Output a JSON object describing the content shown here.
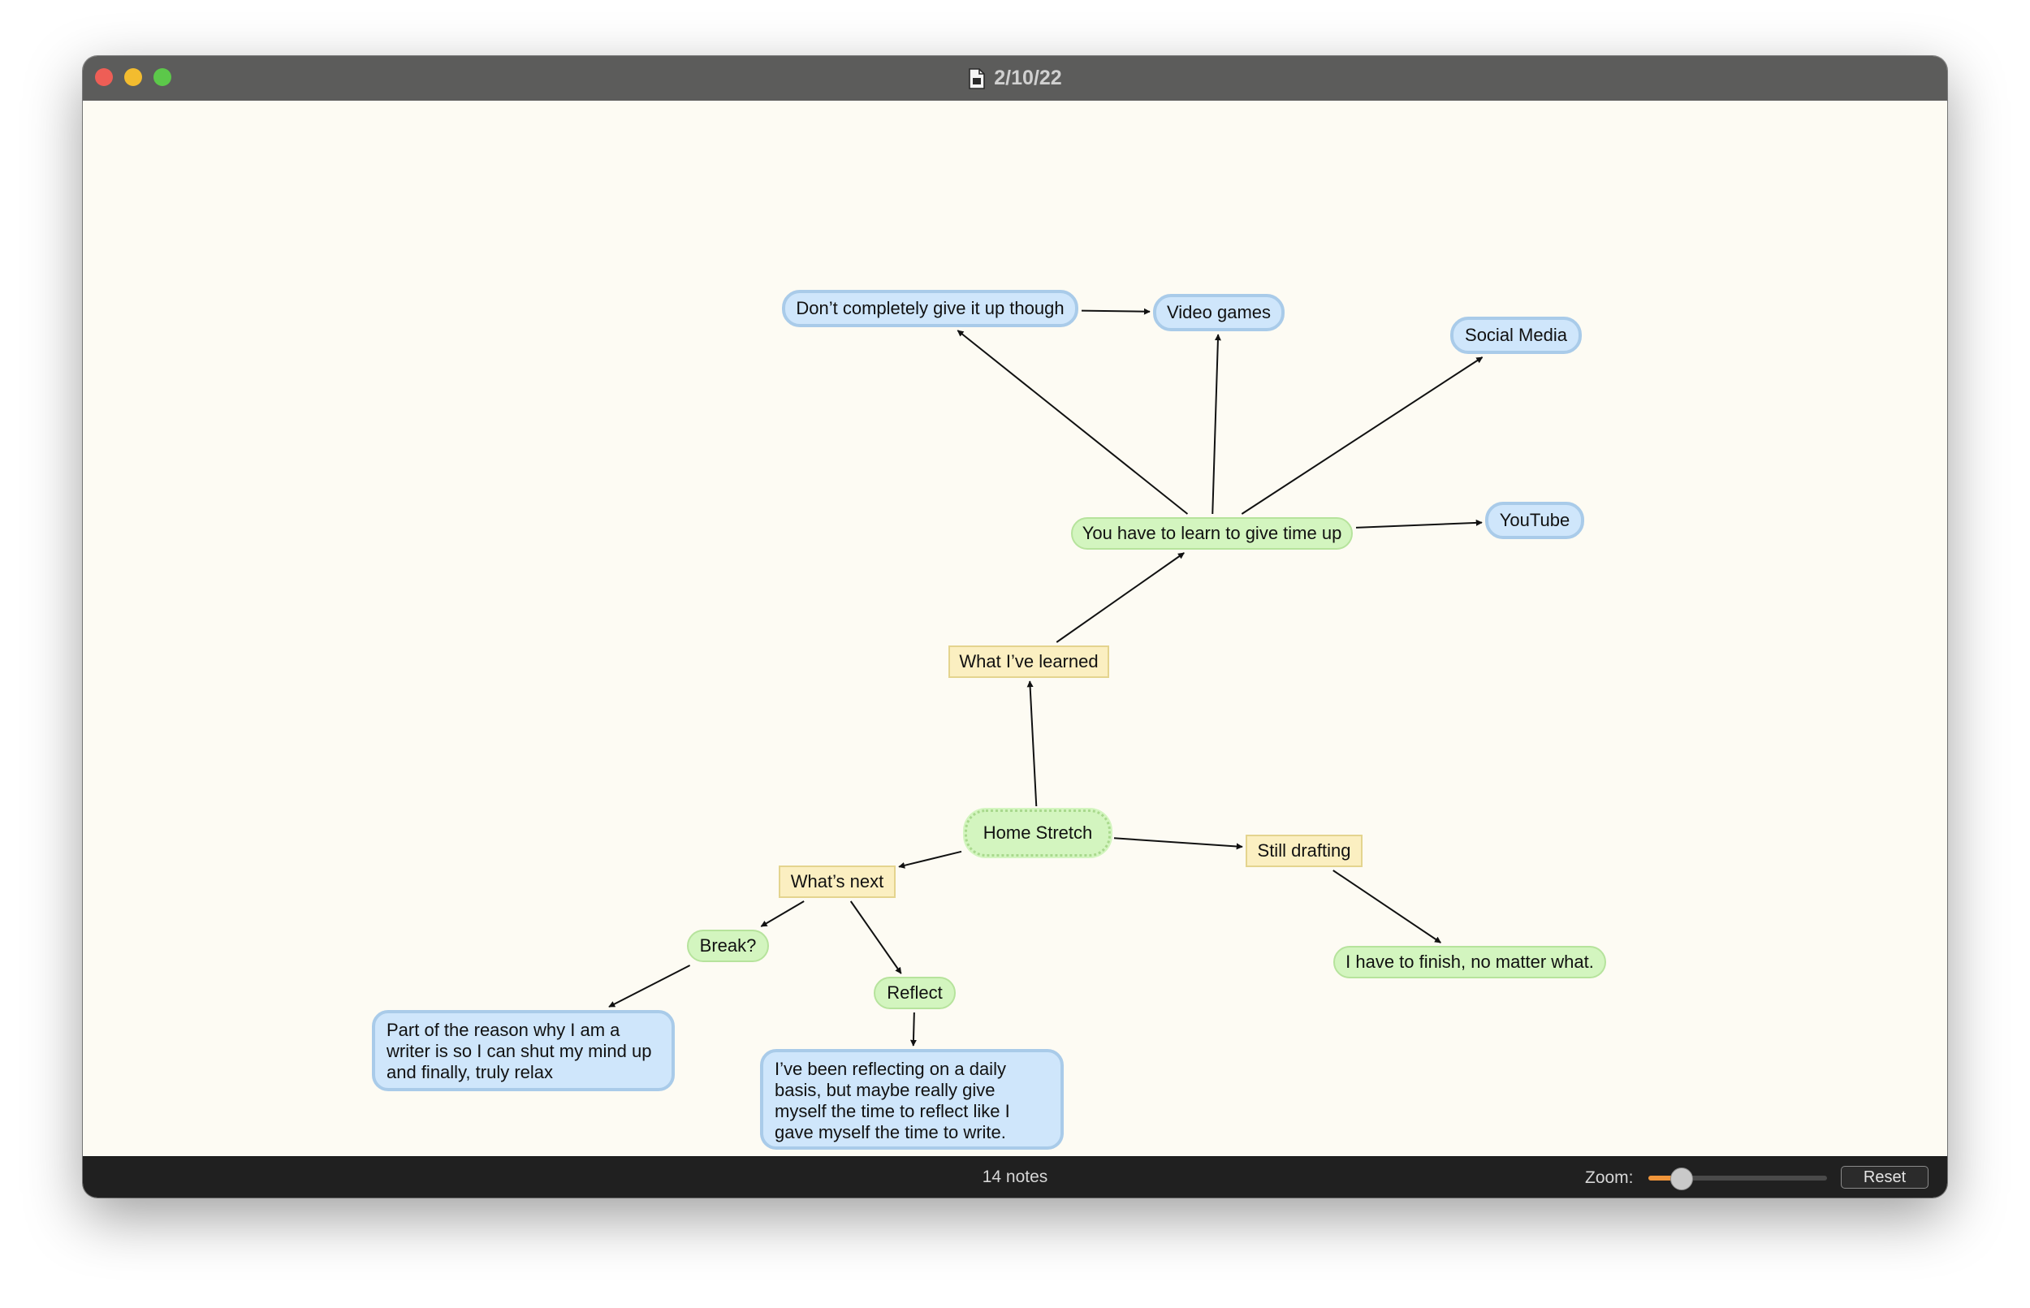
{
  "window": {
    "title": "2/10/22",
    "title_icon": "document-icon"
  },
  "notes": [
    {
      "id": "home-stretch",
      "text": "Home Stretch",
      "style": "cloud",
      "color": "#d3f5bf"
    },
    {
      "id": "what-ive-learned",
      "text": "What I’ve learned",
      "style": "rectangle",
      "color": "#fbefc1"
    },
    {
      "id": "give-time-up",
      "text": "You have to learn to give time up",
      "style": "rounded",
      "color": "#d3f5bf"
    },
    {
      "id": "dont-give-up",
      "text": "Don’t completely give it up though",
      "style": "rounded-thick",
      "color": "#cfe6fb"
    },
    {
      "id": "video-games",
      "text": "Video games",
      "style": "rounded-thick",
      "color": "#cfe6fb"
    },
    {
      "id": "social-media",
      "text": "Social Media",
      "style": "rounded-thick",
      "color": "#cfe6fb"
    },
    {
      "id": "youtube",
      "text": "YouTube",
      "style": "rounded-thick",
      "color": "#cfe6fb"
    },
    {
      "id": "still-drafting",
      "text": "Still drafting",
      "style": "rectangle",
      "color": "#fbefc1"
    },
    {
      "id": "have-to-finish",
      "text": "I have to finish, no matter what.",
      "style": "rounded",
      "color": "#d3f5bf"
    },
    {
      "id": "whats-next",
      "text": "What’s next",
      "style": "rectangle",
      "color": "#fbefc1"
    },
    {
      "id": "break",
      "text": "Break?",
      "style": "rounded",
      "color": "#d3f5bf"
    },
    {
      "id": "reflect",
      "text": "Reflect",
      "style": "rounded",
      "color": "#d3f5bf"
    },
    {
      "id": "reason-writer",
      "text": "Part of the reason why I am a writer is so I can shut my mind up and finally, truly relax",
      "style": "rounded-thick",
      "color": "#cfe6fb"
    },
    {
      "id": "reflecting-daily",
      "text": "I’ve been reflecting on a daily basis, but maybe really give myself the time to reflect like I gave myself the time to write.",
      "style": "rounded-thick",
      "color": "#cfe6fb"
    }
  ],
  "links": [
    {
      "from": "home-stretch",
      "to": "what-ive-learned"
    },
    {
      "from": "what-ive-learned",
      "to": "give-time-up"
    },
    {
      "from": "give-time-up",
      "to": "dont-give-up"
    },
    {
      "from": "give-time-up",
      "to": "video-games"
    },
    {
      "from": "give-time-up",
      "to": "social-media"
    },
    {
      "from": "give-time-up",
      "to": "youtube"
    },
    {
      "from": "dont-give-up",
      "to": "video-games"
    },
    {
      "from": "home-stretch",
      "to": "still-drafting"
    },
    {
      "from": "still-drafting",
      "to": "have-to-finish"
    },
    {
      "from": "home-stretch",
      "to": "whats-next"
    },
    {
      "from": "whats-next",
      "to": "break"
    },
    {
      "from": "whats-next",
      "to": "reflect"
    },
    {
      "from": "break",
      "to": "reason-writer"
    },
    {
      "from": "reflect",
      "to": "reflecting-daily"
    }
  ],
  "statusbar": {
    "note_count": "14 notes",
    "zoom_label": "Zoom:",
    "zoom_level": 0.18,
    "reset_label": "Reset",
    "accent": "#f0953a"
  }
}
